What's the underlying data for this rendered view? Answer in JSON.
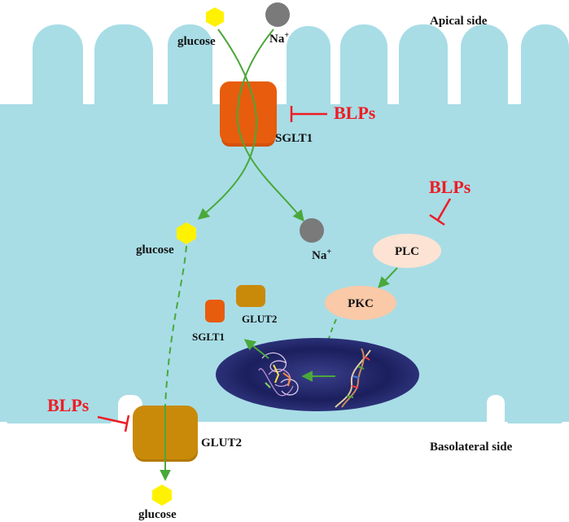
{
  "labels": {
    "apical": "Apical side",
    "basolateral": "Basolateral side",
    "glucose_top": "glucose",
    "na_top": "Na",
    "na_top_sup": "+",
    "sglt1_membrane": "SGLT1",
    "blps_1": "BLPs",
    "blps_2": "BLPs",
    "blps_3": "BLPs",
    "glucose_mid": "glucose",
    "na_mid": "Na",
    "na_mid_sup": "+",
    "plc": "PLC",
    "pkc": "PKC",
    "sglt1_small": "SGLT1",
    "glut2_small": "GLUT2",
    "glut2_membrane": "GLUT2",
    "glucose_bottom": "glucose"
  },
  "colors": {
    "cell": "#a8dde6",
    "glucose": "#fff200",
    "sodium": "#7a7a7a",
    "sglt1": "#e85c0d",
    "glut2": "#c98a0a",
    "arrow": "#4aa83a",
    "inhibitor": "#ee1c24",
    "plc": "#fde3d3",
    "pkc": "#f9c9a8",
    "nucleus": "#1b1f5e"
  }
}
